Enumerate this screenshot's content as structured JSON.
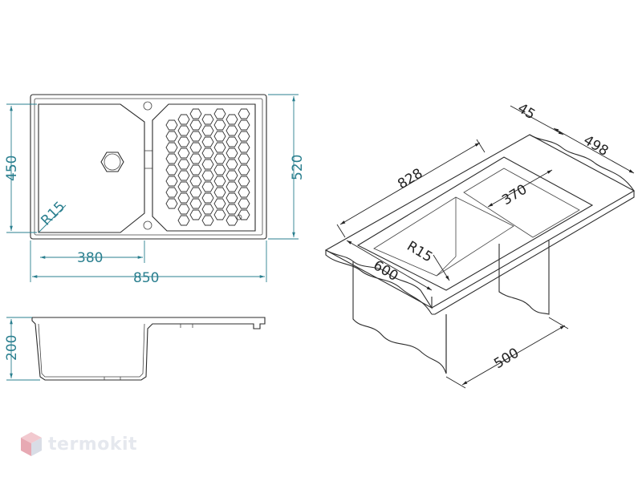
{
  "top_view": {
    "dim_width_total": "850",
    "dim_bowl_width": "380",
    "dim_height_total": "520",
    "dim_bowl_height": "450",
    "dim_radius": "R15"
  },
  "side_view": {
    "dim_depth": "200"
  },
  "iso_view": {
    "dim_length": "828",
    "dim_rim": "45",
    "dim_width": "498",
    "dim_drainer": "370",
    "dim_radius": "R15",
    "dim_cutout_width": "600",
    "dim_cabinet": "500"
  },
  "brand": {
    "logo_text": "termokit"
  },
  "colors": {
    "dimension": "#2a7f8f",
    "outline": "#2b2b2b",
    "logo": "#e5e8ee"
  }
}
